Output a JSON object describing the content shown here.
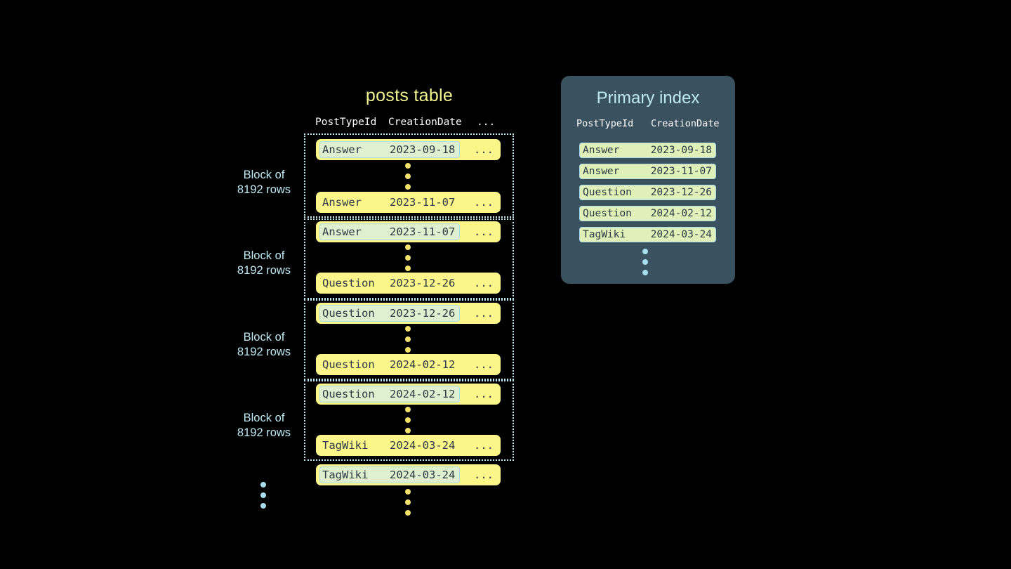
{
  "posts_table": {
    "title": "posts table",
    "columns": [
      "PostTypeId",
      "CreationDate",
      "..."
    ],
    "blocks": [
      {
        "label_line1": "Block of",
        "label_line2": "8192 rows",
        "first_row": {
          "type": "Answer",
          "date": "2023-09-18",
          "rest": "...",
          "highlighted": true
        },
        "last_row": {
          "type": "Answer",
          "date": "2023-11-07",
          "rest": "...",
          "highlighted": false
        }
      },
      {
        "label_line1": "Block of",
        "label_line2": "8192 rows",
        "first_row": {
          "type": "Answer",
          "date": "2023-11-07",
          "rest": "...",
          "highlighted": true
        },
        "last_row": {
          "type": "Question",
          "date": "2023-12-26",
          "rest": "...",
          "highlighted": false
        }
      },
      {
        "label_line1": "Block of",
        "label_line2": "8192 rows",
        "first_row": {
          "type": "Question",
          "date": "2023-12-26",
          "rest": "...",
          "highlighted": true
        },
        "last_row": {
          "type": "Question",
          "date": "2024-02-12",
          "rest": "...",
          "highlighted": false
        }
      },
      {
        "label_line1": "Block of",
        "label_line2": "8192 rows",
        "first_row": {
          "type": "Question",
          "date": "2024-02-12",
          "rest": "...",
          "highlighted": true
        },
        "last_row": {
          "type": "TagWiki",
          "date": "2024-03-24",
          "rest": "...",
          "highlighted": false
        }
      }
    ],
    "trailing_row": {
      "type": "TagWiki",
      "date": "2024-03-24",
      "rest": "...",
      "highlighted": true
    }
  },
  "primary_index": {
    "title": "Primary index",
    "columns": [
      "PostTypeId",
      "CreationDate"
    ],
    "rows": [
      {
        "type": "Answer",
        "date": "2023-09-18"
      },
      {
        "type": "Answer",
        "date": "2023-11-07"
      },
      {
        "type": "Question",
        "date": "2023-12-26"
      },
      {
        "type": "Question",
        "date": "2024-02-12"
      },
      {
        "type": "TagWiki",
        "date": "2024-03-24"
      }
    ]
  },
  "colors": {
    "background": "#000000",
    "row_yellow": "#fbf58a",
    "highlight_green": "#def0cf",
    "index_row_green": "#dff0b8",
    "accent_blue": "#bfe9f5",
    "panel_slate": "#3a5260",
    "title_yellow": "#f2f58f",
    "text_dark": "#2b3a44",
    "dot_yellow": "#f5e26b",
    "dot_blue": "#a8dff0"
  }
}
